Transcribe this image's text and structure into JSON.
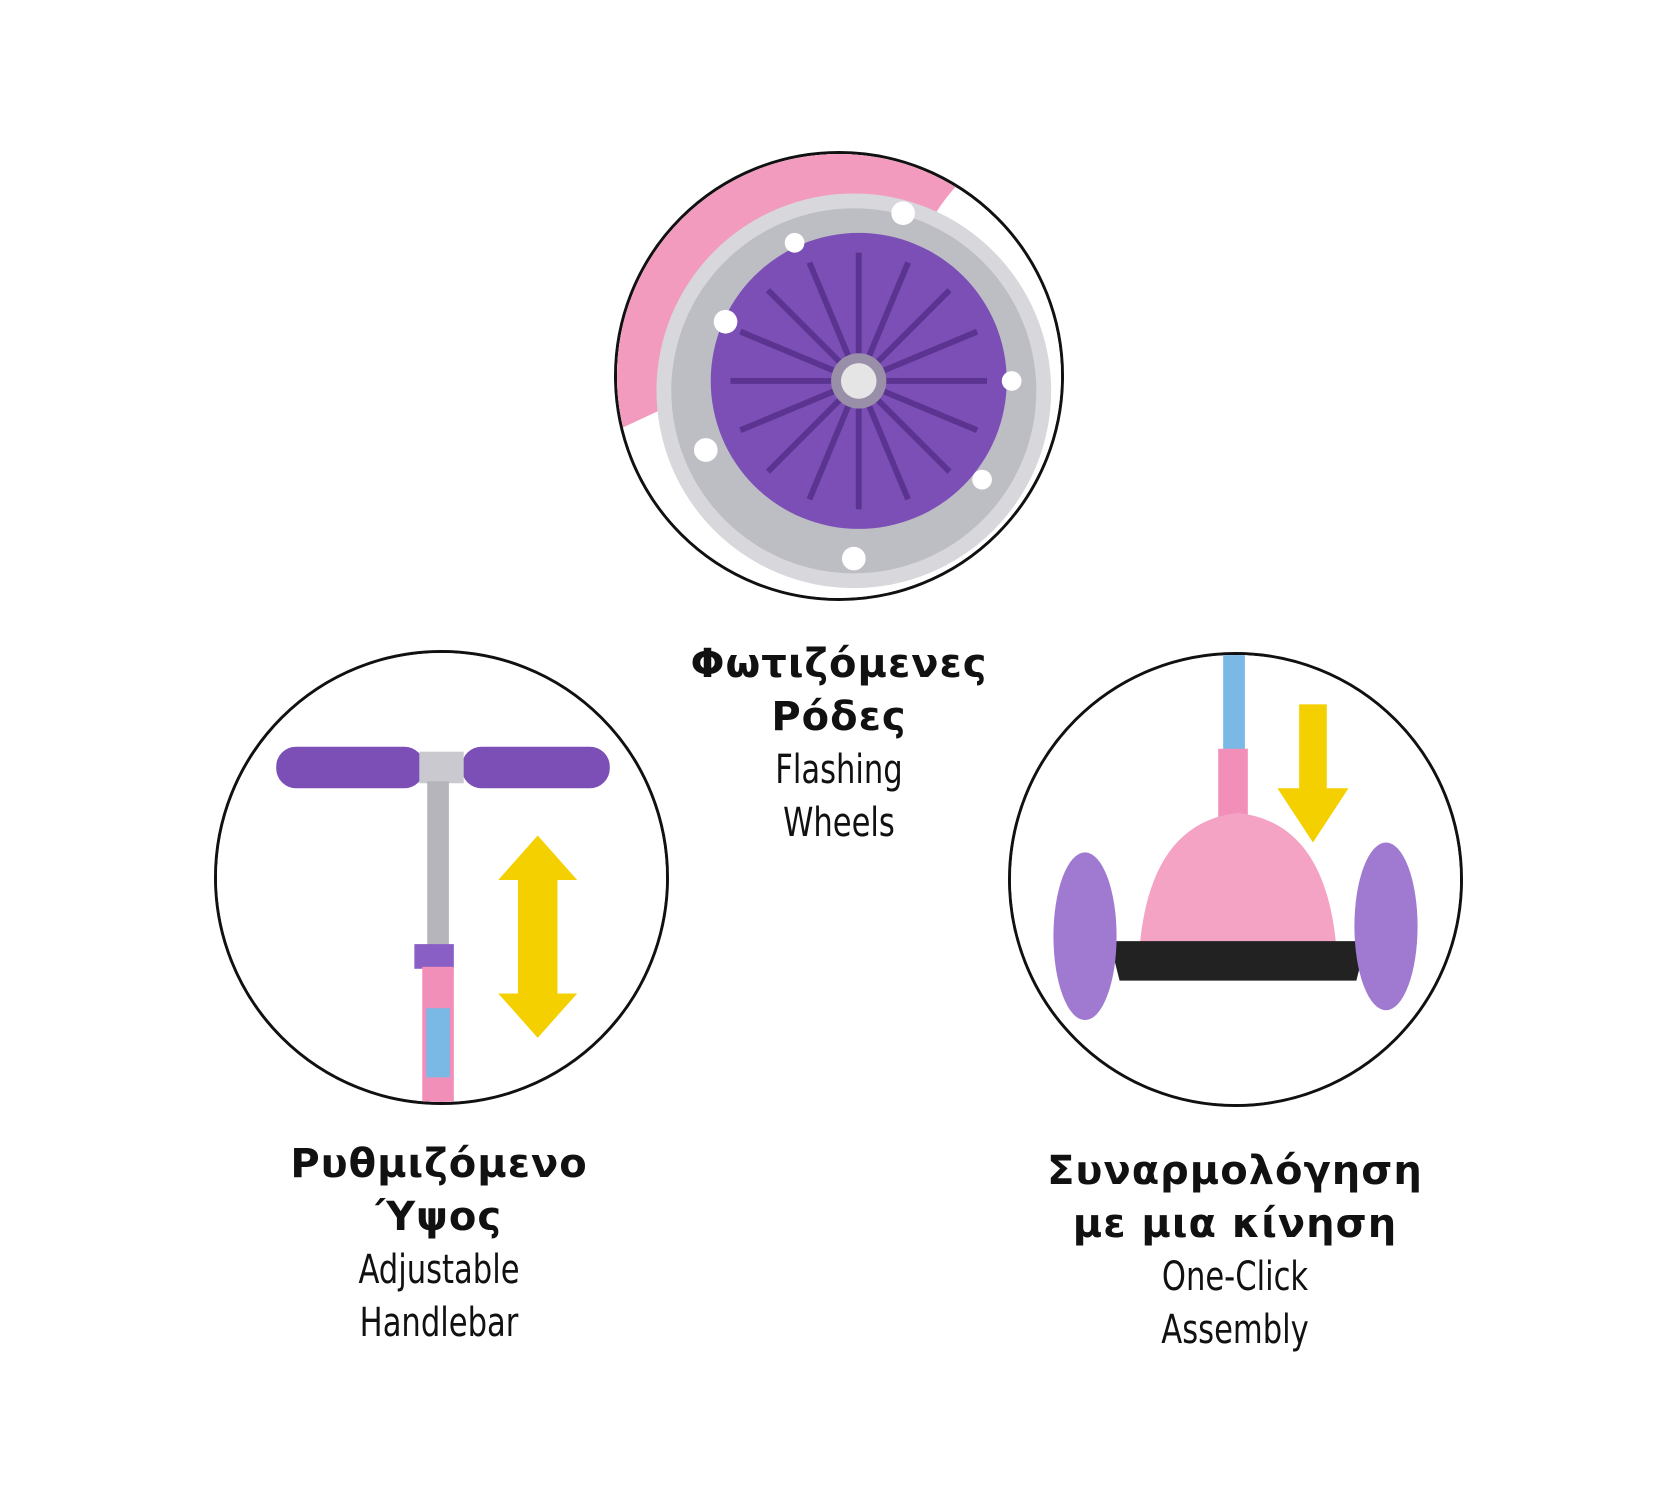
{
  "features": [
    {
      "title_gr": [
        "Φωτιζόμενες",
        "Ρόδες"
      ],
      "title_en": [
        "Flashing",
        "Wheels"
      ],
      "icon": "flashing-wheel"
    },
    {
      "title_gr": [
        "Ρυθμιζόμενο",
        "Ύψος"
      ],
      "title_en": [
        "Adjustable",
        "Handlebar"
      ],
      "icon": "adjustable-handlebar"
    },
    {
      "title_gr": [
        "Συναρμολόγηση",
        "με μια κίνηση"
      ],
      "title_en": [
        "One-Click",
        "Assembly"
      ],
      "icon": "one-click-assembly"
    }
  ],
  "colors": {
    "purple": "#7b4fb5",
    "pink": "#f28fb8",
    "yellow": "#f5d000",
    "outline": "#111111"
  }
}
